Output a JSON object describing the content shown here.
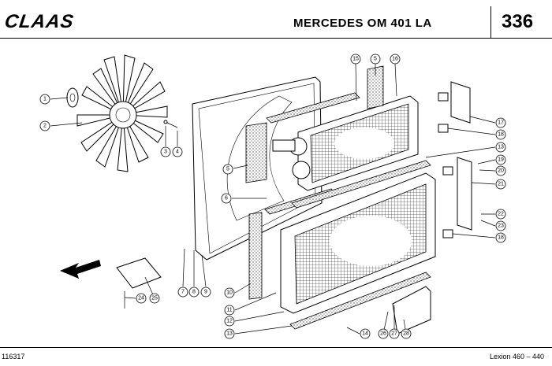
{
  "header": {
    "brand": "CLAAS",
    "engine_model": "MERCEDES OM 401 LA",
    "page_number": "336"
  },
  "footer": {
    "document_id": "116317",
    "machine_series": "Lexion 460 – 440"
  },
  "callouts": [
    "1",
    "2",
    "3",
    "4",
    "5",
    "6",
    "7",
    "8",
    "9",
    "10",
    "11",
    "12",
    "13",
    "14",
    "15",
    "5",
    "16",
    "17",
    "18",
    "13",
    "19",
    "20",
    "21",
    "22",
    "23",
    "18",
    "24",
    "25",
    "26",
    "27",
    "28"
  ]
}
